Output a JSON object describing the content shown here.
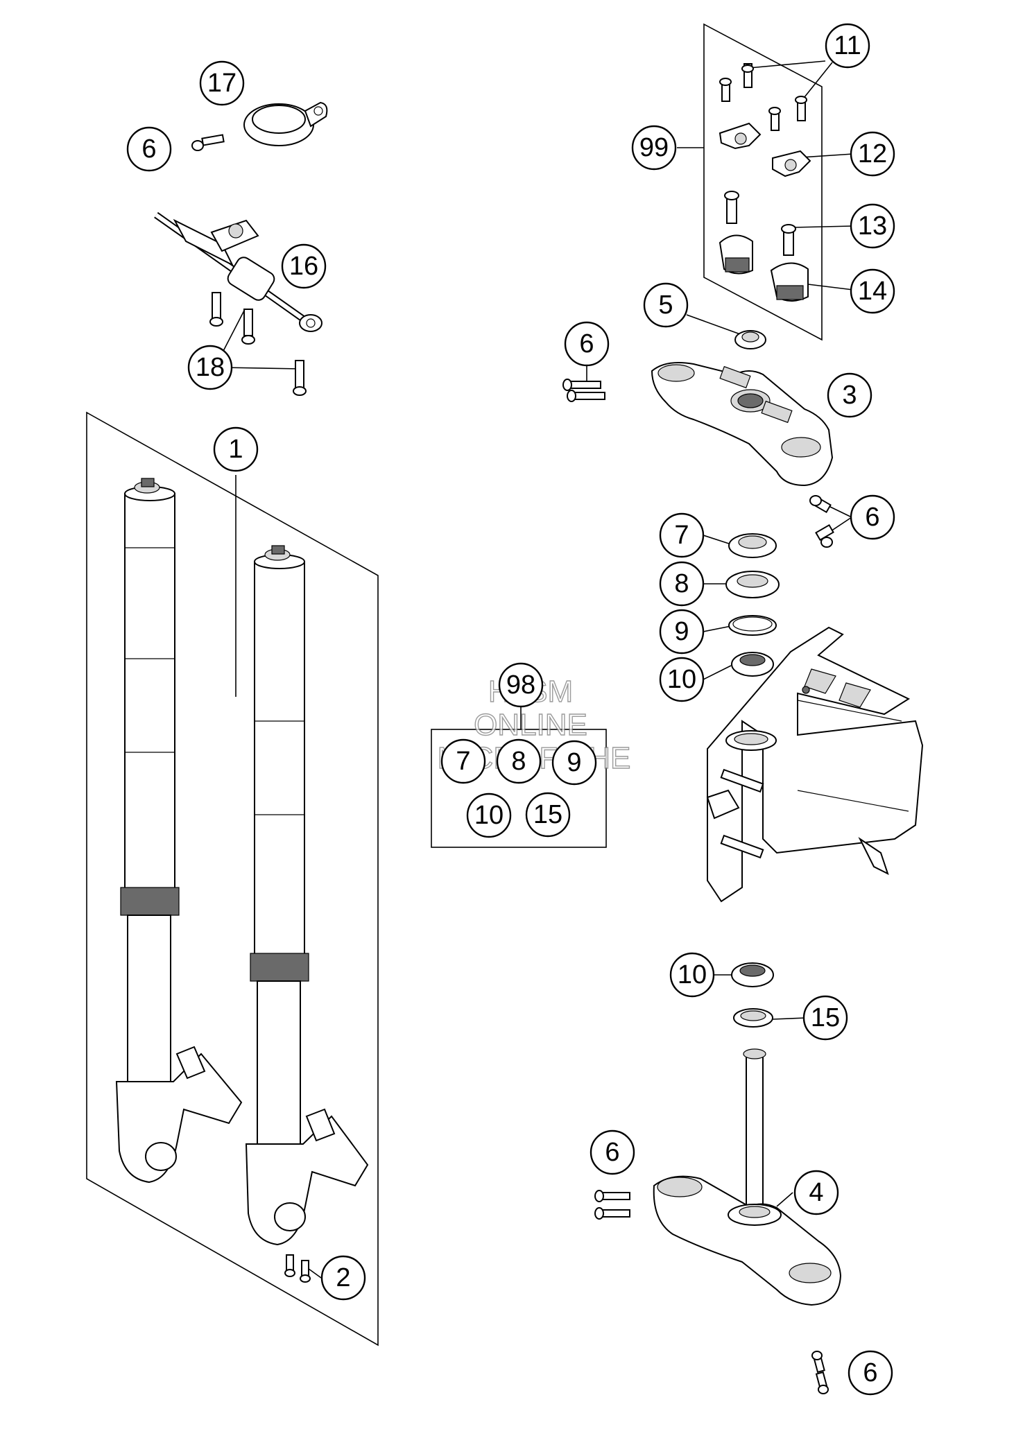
{
  "callouts": {
    "c17": "17",
    "c6_top": "6",
    "c16": "16",
    "c18": "18",
    "c11": "11",
    "c99": "99",
    "c12": "12",
    "c13": "13",
    "c14": "14",
    "c5": "5",
    "c6_mid": "6",
    "c3": "3",
    "c6_right": "6",
    "c7": "7",
    "c8": "8",
    "c9": "9",
    "c10_top": "10",
    "c1": "1",
    "c98": "98",
    "kit7": "7",
    "kit8": "8",
    "kit9": "9",
    "kit10": "10",
    "kit15": "15",
    "c10_bottom": "10",
    "c15": "15",
    "c6_lower": "6",
    "c4": "4",
    "c2": "2",
    "c6_bottom": "6"
  },
  "watermark": {
    "line1": "HLSM",
    "line2": "ONLINE",
    "line3": "MICROFICHE"
  }
}
